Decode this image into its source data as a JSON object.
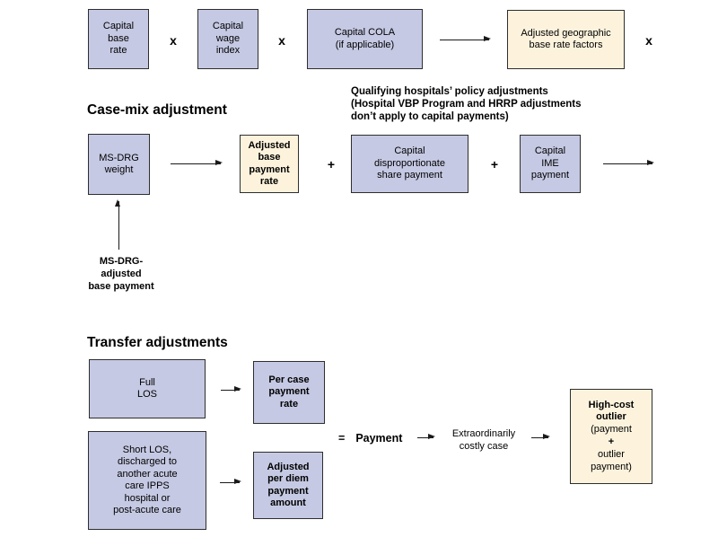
{
  "colors": {
    "box_blue": "#c5c9e3",
    "box_cream": "#fdf3dd",
    "border": "#2e2e2e",
    "arrow": "#1a1a1a"
  },
  "top_row": {
    "capital_base_rate": "Capital\nbase\nrate",
    "multiply_1": "x",
    "capital_wage_index": "Capital\nwage\nindex",
    "multiply_2": "x",
    "capital_cola": "Capital COLA\n(if applicable)",
    "adjusted_geographic": "Adjusted geographic\nbase rate factors",
    "multiply_3": "x"
  },
  "case_mix": {
    "heading": "Case-mix adjustment",
    "policy_note": "Qualifying hospitals’ policy adjustments\n(Hospital VBP Program and HRRP adjustments\ndon’t apply to capital payments)",
    "ms_drg_weight": "MS-DRG\nweight",
    "adjusted_base_payment_rate": "Adjusted\nbase\npayment\nrate",
    "plus_1": "+",
    "capital_disproportionate": "Capital\ndisproportionate\nshare payment",
    "plus_2": "+",
    "capital_ime": "Capital\nIME\npayment",
    "ms_drg_adjusted_label": "MS-DRG-\nadjusted\nbase payment"
  },
  "transfer": {
    "heading": "Transfer adjustments",
    "full_los": "Full\nLOS",
    "per_case_payment_rate": "Per case\npayment\nrate",
    "short_los": "Short LOS,\ndischarged to\nanother acute\ncare IPPS\nhospital or\npost-acute care",
    "adjusted_per_diem": "Adjusted\nper diem\npayment\namount"
  },
  "result": {
    "equals": "=",
    "payment_label": "Payment",
    "costly_case": "Extraordinarily\ncostly case",
    "outlier_title": "High-cost\noutlier",
    "outlier_line2": "(payment",
    "outlier_plus": "+",
    "outlier_line4": "outlier\npayment)"
  }
}
